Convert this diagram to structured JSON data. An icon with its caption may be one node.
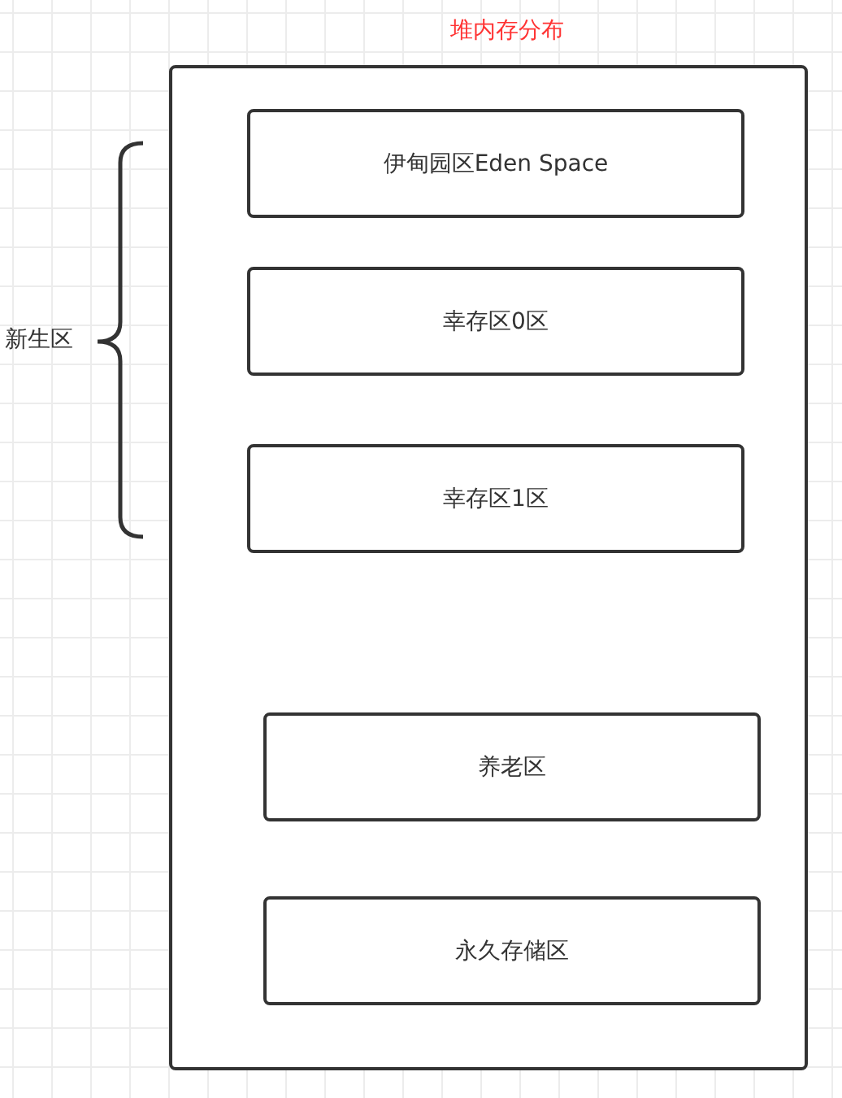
{
  "diagram": {
    "title": "堆内存分布",
    "nodes": [
      {
        "text": [],
        "shape": "box"
      },
      {
        "text": [
          "伊甸园区Eden Space"
        ],
        "in": 0
      },
      {
        "text": [
          "幸存区0区"
        ],
        "in": 0
      },
      {
        "text": [
          "幸存区1区"
        ],
        "in": 0
      },
      {
        "text": [
          "养老区"
        ],
        "in": 0
      },
      {
        "text": [
          "永久存储区"
        ],
        "in": 0
      }
    ],
    "labels": [
      "新生区"
    ]
  }
}
